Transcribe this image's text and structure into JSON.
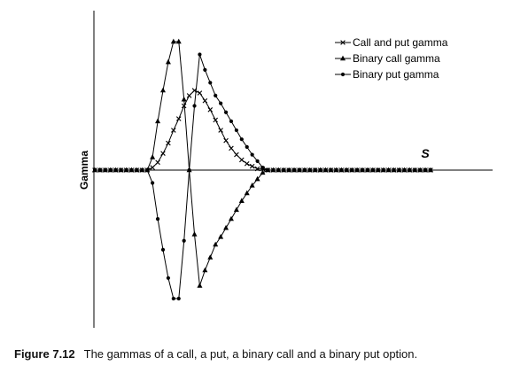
{
  "chart_data": {
    "type": "line",
    "xlabel": "S",
    "ylabel": "Gamma",
    "legend_position": "top-right",
    "grid": false,
    "x_ticks": "none",
    "y_ticks": "none",
    "ylim": [
      -1.0,
      1.0
    ],
    "x": [
      0,
      1,
      2,
      3,
      4,
      5,
      6,
      7,
      8,
      9,
      10,
      11,
      12,
      13,
      14,
      15,
      16,
      17,
      18,
      19,
      20,
      21,
      22,
      23,
      24,
      25,
      26,
      27,
      28,
      29,
      30,
      31,
      32,
      33,
      34,
      35,
      36,
      37,
      38,
      39,
      40,
      41,
      42,
      43,
      44,
      45,
      46,
      47,
      48,
      49,
      50,
      51,
      52,
      53,
      54,
      55,
      56,
      57,
      58,
      59,
      60,
      61,
      62,
      63,
      64
    ],
    "series": [
      {
        "name": "Call and put gamma",
        "marker": "x",
        "values": [
          0,
          0,
          0,
          0,
          0,
          0,
          0,
          0,
          0,
          0,
          0,
          0.02,
          0.06,
          0.13,
          0.21,
          0.31,
          0.4,
          0.5,
          0.58,
          0.62,
          0.6,
          0.54,
          0.47,
          0.39,
          0.31,
          0.23,
          0.17,
          0.12,
          0.08,
          0.05,
          0.03,
          0.01,
          0.01,
          0,
          0,
          0,
          0,
          0,
          0,
          0,
          0,
          0,
          0,
          0,
          0,
          0,
          0,
          0,
          0,
          0,
          0,
          0,
          0,
          0,
          0,
          0,
          0,
          0,
          0,
          0,
          0,
          0,
          0,
          0,
          0
        ]
      },
      {
        "name": "Binary call gamma",
        "marker": "triangle",
        "values": [
          0,
          0,
          0,
          0,
          0,
          0,
          0,
          0,
          0,
          0,
          0,
          0.1,
          0.38,
          0.62,
          0.84,
          1.0,
          1.0,
          0.55,
          0,
          -0.5,
          -0.9,
          -0.78,
          -0.68,
          -0.58,
          -0.52,
          -0.45,
          -0.38,
          -0.31,
          -0.24,
          -0.18,
          -0.12,
          -0.07,
          -0.02,
          0,
          0,
          0,
          0,
          0,
          0,
          0,
          0,
          0,
          0,
          0,
          0,
          0,
          0,
          0,
          0,
          0,
          0,
          0,
          0,
          0,
          0,
          0,
          0,
          0,
          0,
          0,
          0,
          0,
          0,
          0,
          0
        ]
      },
      {
        "name": "Binary put gamma",
        "marker": "circle",
        "values": [
          0,
          0,
          0,
          0,
          0,
          0,
          0,
          0,
          0,
          0,
          0,
          -0.1,
          -0.38,
          -0.62,
          -0.84,
          -1.0,
          -1.0,
          -0.55,
          0,
          0.5,
          0.9,
          0.78,
          0.68,
          0.58,
          0.52,
          0.45,
          0.38,
          0.31,
          0.24,
          0.18,
          0.12,
          0.07,
          0.02,
          0,
          0,
          0,
          0,
          0,
          0,
          0,
          0,
          0,
          0,
          0,
          0,
          0,
          0,
          0,
          0,
          0,
          0,
          0,
          0,
          0,
          0,
          0,
          0,
          0,
          0,
          0,
          0,
          0,
          0,
          0,
          0
        ]
      }
    ]
  },
  "caption": {
    "number": "Figure 7.12",
    "text": "The gammas of a call, a put, a binary call and a binary put option."
  }
}
